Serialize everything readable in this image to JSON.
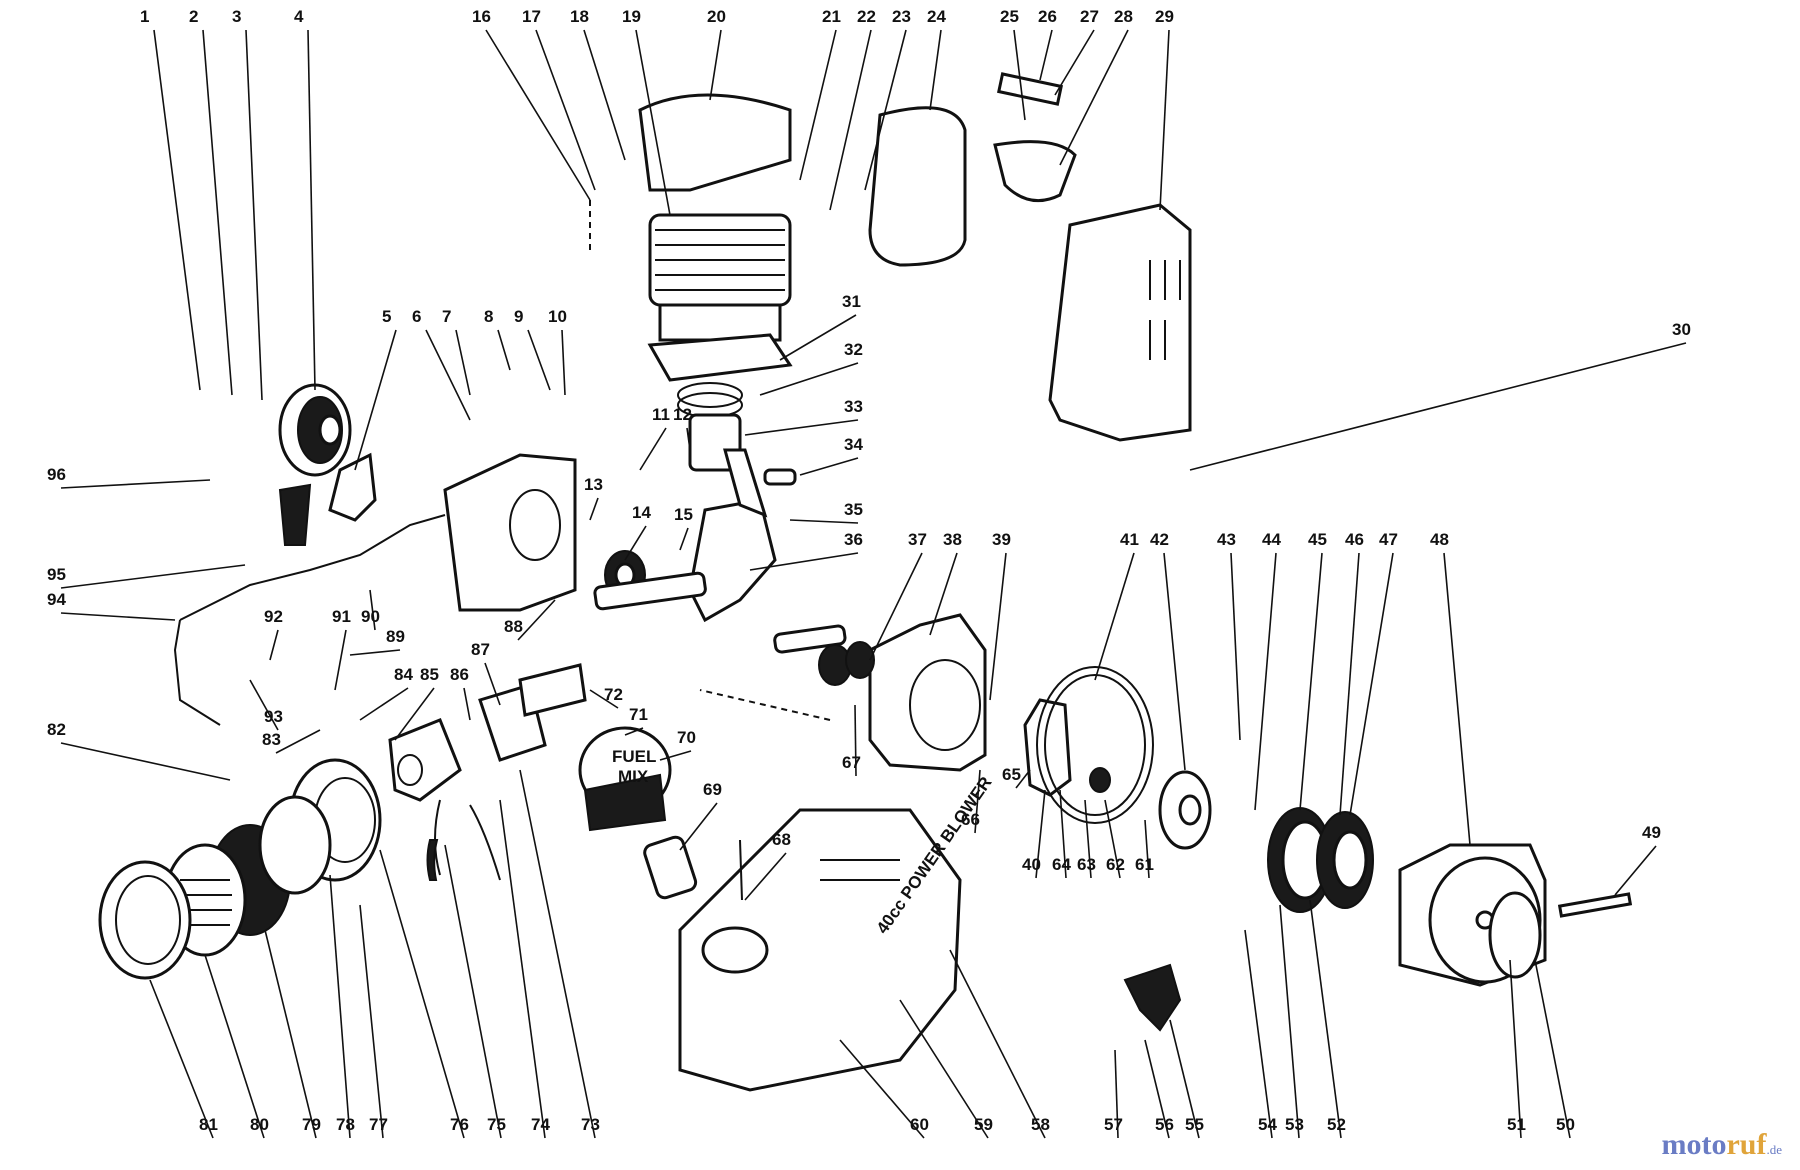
{
  "diagram": {
    "callouts": [
      "1",
      "2",
      "3",
      "4",
      "5",
      "6",
      "7",
      "8",
      "9",
      "10",
      "11",
      "12",
      "13",
      "14",
      "15",
      "16",
      "17",
      "18",
      "19",
      "20",
      "21",
      "22",
      "23",
      "24",
      "25",
      "26",
      "27",
      "28",
      "29",
      "30",
      "31",
      "32",
      "33",
      "34",
      "35",
      "36",
      "37",
      "38",
      "39",
      "40",
      "41",
      "42",
      "43",
      "44",
      "45",
      "46",
      "47",
      "48",
      "49",
      "50",
      "51",
      "52",
      "53",
      "54",
      "55",
      "56",
      "57",
      "58",
      "59",
      "60",
      "61",
      "62",
      "63",
      "64",
      "65",
      "66",
      "67",
      "68",
      "69",
      "70",
      "71",
      "72",
      "73",
      "74",
      "75",
      "76",
      "77",
      "78",
      "79",
      "80",
      "81",
      "82",
      "83",
      "84",
      "85",
      "86",
      "87",
      "88",
      "89",
      "90",
      "91",
      "92",
      "93",
      "94",
      "95",
      "96"
    ],
    "fuel_cap_text": [
      "FUEL",
      "MIX"
    ]
  },
  "watermark": {
    "part1": "moto",
    "part2": "ruf",
    "part3": ".de"
  }
}
